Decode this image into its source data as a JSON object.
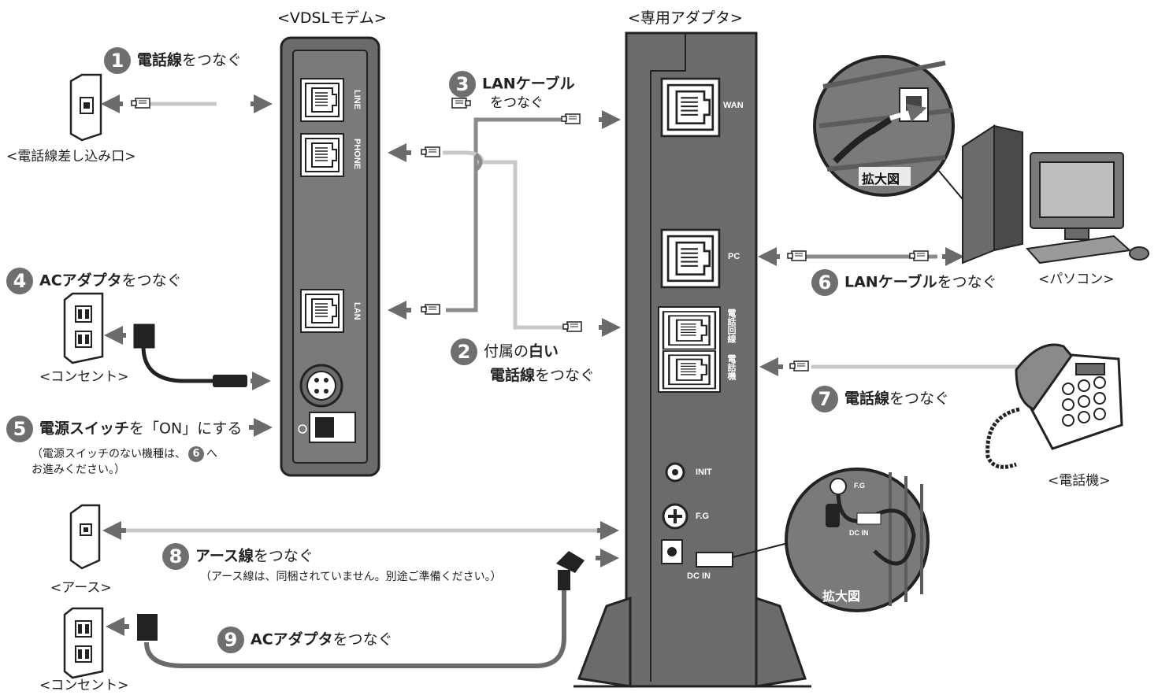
{
  "headings": {
    "modem": "<VDSLモデム>",
    "adapter": "<専用アダプタ>"
  },
  "captions": {
    "phone_jack": "<電話線差し込み口>",
    "outlet_top": "<コンセント>",
    "earth": "<アース>",
    "outlet_bottom": "<コンセント>",
    "pc": "<パソコン>",
    "telephone": "<電話機>",
    "zoom_top": "拡大図",
    "zoom_bottom": "拡大図"
  },
  "modem_ports": {
    "line": "LINE",
    "phone": "PHONE",
    "lan": "LAN"
  },
  "adapter_ports": {
    "wan": "WAN",
    "pc": "PC",
    "line": "電話回線",
    "telephone": "電話機",
    "init": "INIT",
    "fg": "F.G",
    "dcin": "DC IN"
  },
  "zoom_ports": {
    "fg": "F.G",
    "dcin": "DC IN"
  },
  "steps": [
    {
      "num": "1",
      "bold": "電話線",
      "rest": "をつなぐ"
    },
    {
      "num": "2",
      "line1_pre": "付属の",
      "line1_bold": "白い",
      "line2_bold": "電話線",
      "line2_rest": "をつなぐ"
    },
    {
      "num": "3",
      "bold": "LANケーブル",
      "rest": "をつなぐ"
    },
    {
      "num": "4",
      "bold": "ACアダプタ",
      "rest": "をつなぐ"
    },
    {
      "num": "5",
      "bold": "電源スイッチ",
      "rest": "を「ON」にする",
      "note1_pre": "（電源スイッチのない機種は、",
      "note1_num": "6",
      "note1_post": "へ",
      "note2": "お進みください。）"
    },
    {
      "num": "6",
      "bold": "LANケーブル",
      "rest": "をつなぐ"
    },
    {
      "num": "7",
      "bold": "電話線",
      "rest": "をつなぐ"
    },
    {
      "num": "8",
      "bold": "アース線",
      "rest": "をつなぐ",
      "note": "（アース線は、同梱されていません。別途ご準備ください。）"
    },
    {
      "num": "9",
      "bold": "ACアダプタ",
      "rest": "をつなぐ"
    }
  ],
  "colors": {
    "device": "#6b6b6b",
    "device_dark": "#3a3a3a",
    "cable": "#8a8a8a",
    "cable_light": "#c8c8c8",
    "badge": "#6f6f6f"
  }
}
